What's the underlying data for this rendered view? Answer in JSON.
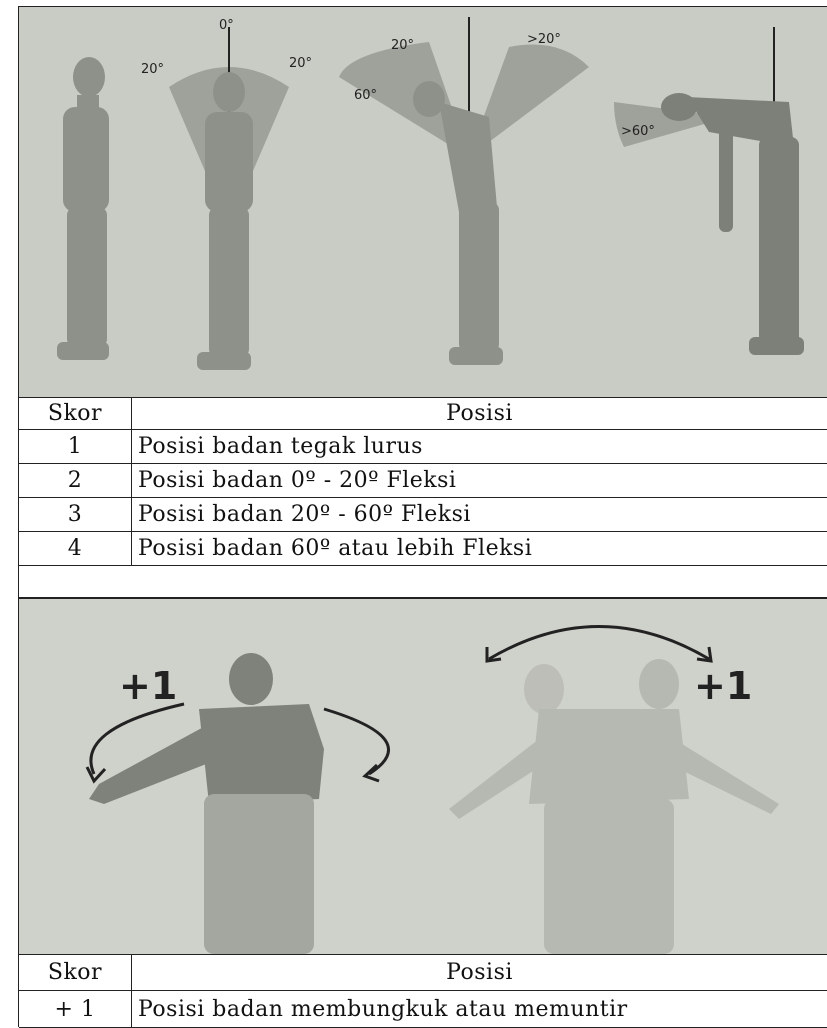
{
  "figure1": {
    "angle_labels": {
      "zero": "0°",
      "left_20": "20°",
      "right_20": "20°",
      "flex_20": "20°",
      "flex_60": "60°",
      "ext_20": ">20°",
      "gt_60": ">60°"
    }
  },
  "table1": {
    "headers": {
      "score": "Skor",
      "position": "Posisi"
    },
    "rows": [
      {
        "score": "1",
        "position": "Posisi badan tegak lurus"
      },
      {
        "score": "2",
        "position": "Posisi badan 0º - 20º Fleksi"
      },
      {
        "score": "3",
        "position": "Posisi badan 20º - 60º Fleksi"
      },
      {
        "score": "4",
        "position": "Posisi badan 60º atau lebih Fleksi"
      }
    ]
  },
  "figure2": {
    "twist_label": "+1",
    "side_bend_label": "+1"
  },
  "table2": {
    "headers": {
      "score": "Skor",
      "position": "Posisi"
    },
    "rows": [
      {
        "score": "+ 1",
        "position": "Posisi badan membungkuk  atau memuntir"
      }
    ]
  },
  "colors": {
    "photo_background": "#c9ccc5",
    "figure_fill": "#8e918a",
    "angle_wedge": "#9a9d96",
    "border": "#222222"
  }
}
